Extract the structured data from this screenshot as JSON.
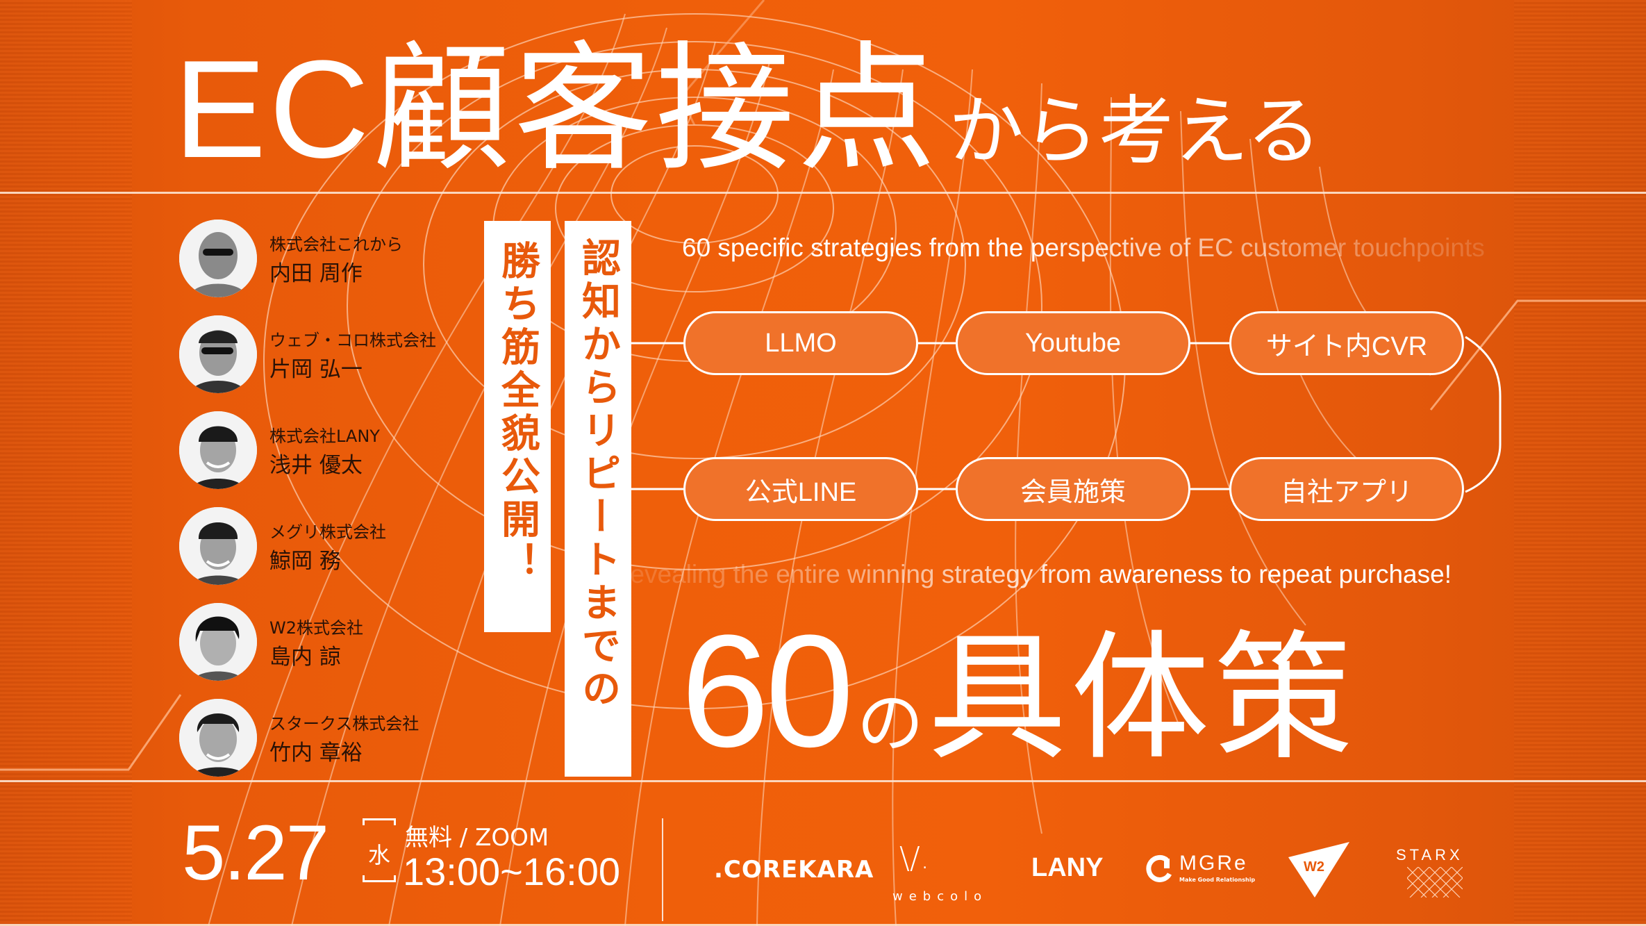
{
  "title": {
    "main": "EC顧客接点",
    "suffix": "から考える"
  },
  "tagline_vertical": {
    "left": "勝ち筋全貌公開！",
    "right": "認知からリピートまでの"
  },
  "subtitle_en": {
    "top": "60 specific strategies from the perspective of EC customer touchpoints",
    "bottom": "Revealing the entire winning strategy from awareness to repeat purchase!"
  },
  "flow": {
    "row1": [
      {
        "label": "LLMO"
      },
      {
        "label": "Youtube"
      },
      {
        "label": "サイト内CVR"
      }
    ],
    "row2": [
      {
        "label": "公式LINE"
      },
      {
        "label": "会員施策"
      },
      {
        "label": "自社アプリ"
      }
    ]
  },
  "headline": {
    "number": "60",
    "particle": "の",
    "noun": "具体策"
  },
  "speakers": [
    {
      "company": "株式会社これから",
      "name": "内田 周作"
    },
    {
      "company": "ウェブ・コロ株式会社",
      "name": "片岡 弘一"
    },
    {
      "company": "株式会社LANY",
      "name": "浅井 優太"
    },
    {
      "company": "メグリ株式会社",
      "name": "鯨岡 務"
    },
    {
      "company": "W2株式会社",
      "name": "島内 諒"
    },
    {
      "company": "スタークス株式会社",
      "name": "竹内 章裕"
    }
  ],
  "event": {
    "date": "5.27",
    "weekday": "水",
    "price_venue": "無料 / ZOOM",
    "time": "13:00~16:00"
  },
  "logos": {
    "corekara": ".COREKARA",
    "webcolo_mark": "\\/.",
    "webcolo": "webcolo",
    "lany": "LANY",
    "mgre": "MGRe",
    "mgre_tagline": "Make Good Relationship",
    "w2": "W2",
    "starx": "STARX"
  },
  "colors": {
    "background": "#ef5f0a",
    "pill_fill": "#f0722a",
    "accent_text": "#e8590b",
    "speaker_text": "#2a1206",
    "white": "#ffffff"
  }
}
